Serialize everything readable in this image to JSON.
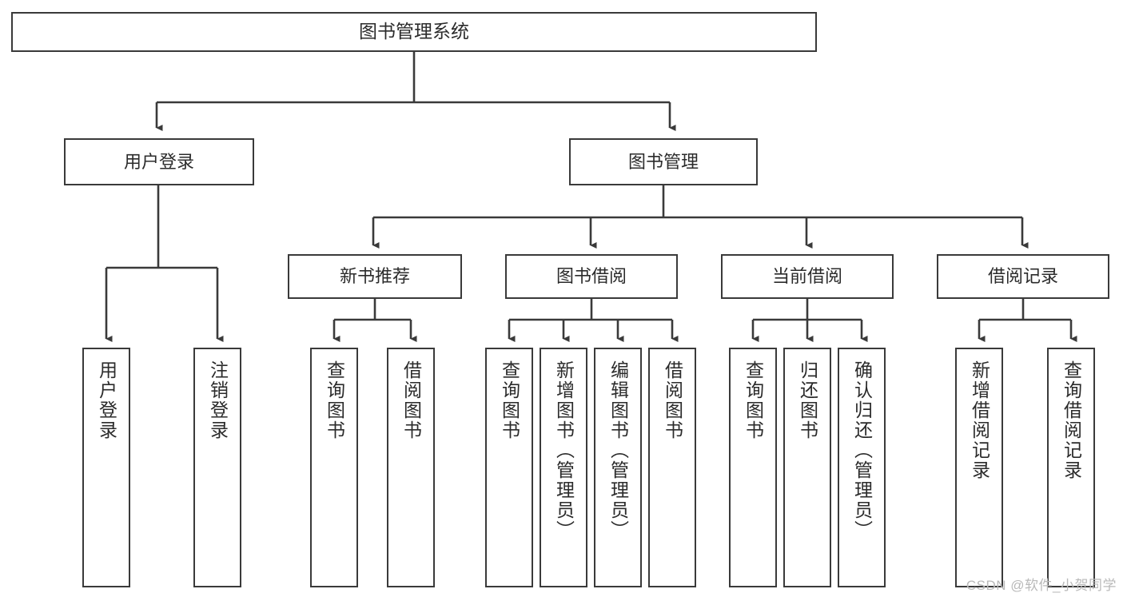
{
  "diagram": {
    "title": "图书管理系统",
    "type": "tree",
    "stroke_color": "#3a3a3a",
    "background_color": "#ffffff",
    "text_color": "#2b2b2b",
    "root": {
      "id": "root",
      "label": "图书管理系统",
      "orientation": "horizontal"
    },
    "level1": [
      {
        "id": "user-login",
        "label": "用户登录",
        "orientation": "horizontal"
      },
      {
        "id": "book-management",
        "label": "图书管理",
        "orientation": "horizontal"
      }
    ],
    "level2": [
      {
        "id": "new-book-recommend",
        "label": "新书推荐",
        "orientation": "horizontal",
        "parent": "book-management"
      },
      {
        "id": "book-borrow",
        "label": "图书借阅",
        "orientation": "horizontal",
        "parent": "book-management"
      },
      {
        "id": "current-borrow",
        "label": "当前借阅",
        "orientation": "horizontal",
        "parent": "book-management"
      },
      {
        "id": "borrow-record",
        "label": "借阅记录",
        "orientation": "horizontal",
        "parent": "book-management"
      }
    ],
    "leaves": [
      {
        "id": "leaf-user-login",
        "label": "用户登录",
        "parent": "user-login",
        "orientation": "vertical"
      },
      {
        "id": "leaf-logout",
        "label": "注销登录",
        "parent": "user-login",
        "orientation": "vertical"
      },
      {
        "id": "leaf-query-book-1",
        "label": "查询图书",
        "parent": "new-book-recommend",
        "orientation": "vertical"
      },
      {
        "id": "leaf-borrow-book-1",
        "label": "借阅图书",
        "parent": "new-book-recommend",
        "orientation": "vertical"
      },
      {
        "id": "leaf-query-book-2",
        "label": "查询图书",
        "parent": "book-borrow",
        "orientation": "vertical"
      },
      {
        "id": "leaf-add-book",
        "label": "新增图书（管理员）",
        "parent": "book-borrow",
        "orientation": "vertical"
      },
      {
        "id": "leaf-edit-book",
        "label": "编辑图书（管理员）",
        "parent": "book-borrow",
        "orientation": "vertical"
      },
      {
        "id": "leaf-borrow-book-2",
        "label": "借阅图书",
        "parent": "book-borrow",
        "orientation": "vertical"
      },
      {
        "id": "leaf-query-book-3",
        "label": "查询图书",
        "parent": "current-borrow",
        "orientation": "vertical"
      },
      {
        "id": "leaf-return-book",
        "label": "归还图书",
        "parent": "current-borrow",
        "orientation": "vertical"
      },
      {
        "id": "leaf-confirm-return",
        "label": "确认归还（管理员）",
        "parent": "current-borrow",
        "orientation": "vertical"
      },
      {
        "id": "leaf-add-record",
        "label": "新增借阅记录",
        "parent": "borrow-record",
        "orientation": "vertical"
      },
      {
        "id": "leaf-query-record",
        "label": "查询借阅记录",
        "parent": "borrow-record",
        "orientation": "vertical"
      }
    ]
  },
  "watermark": {
    "text": "CSDN @软件_小贺同学"
  }
}
